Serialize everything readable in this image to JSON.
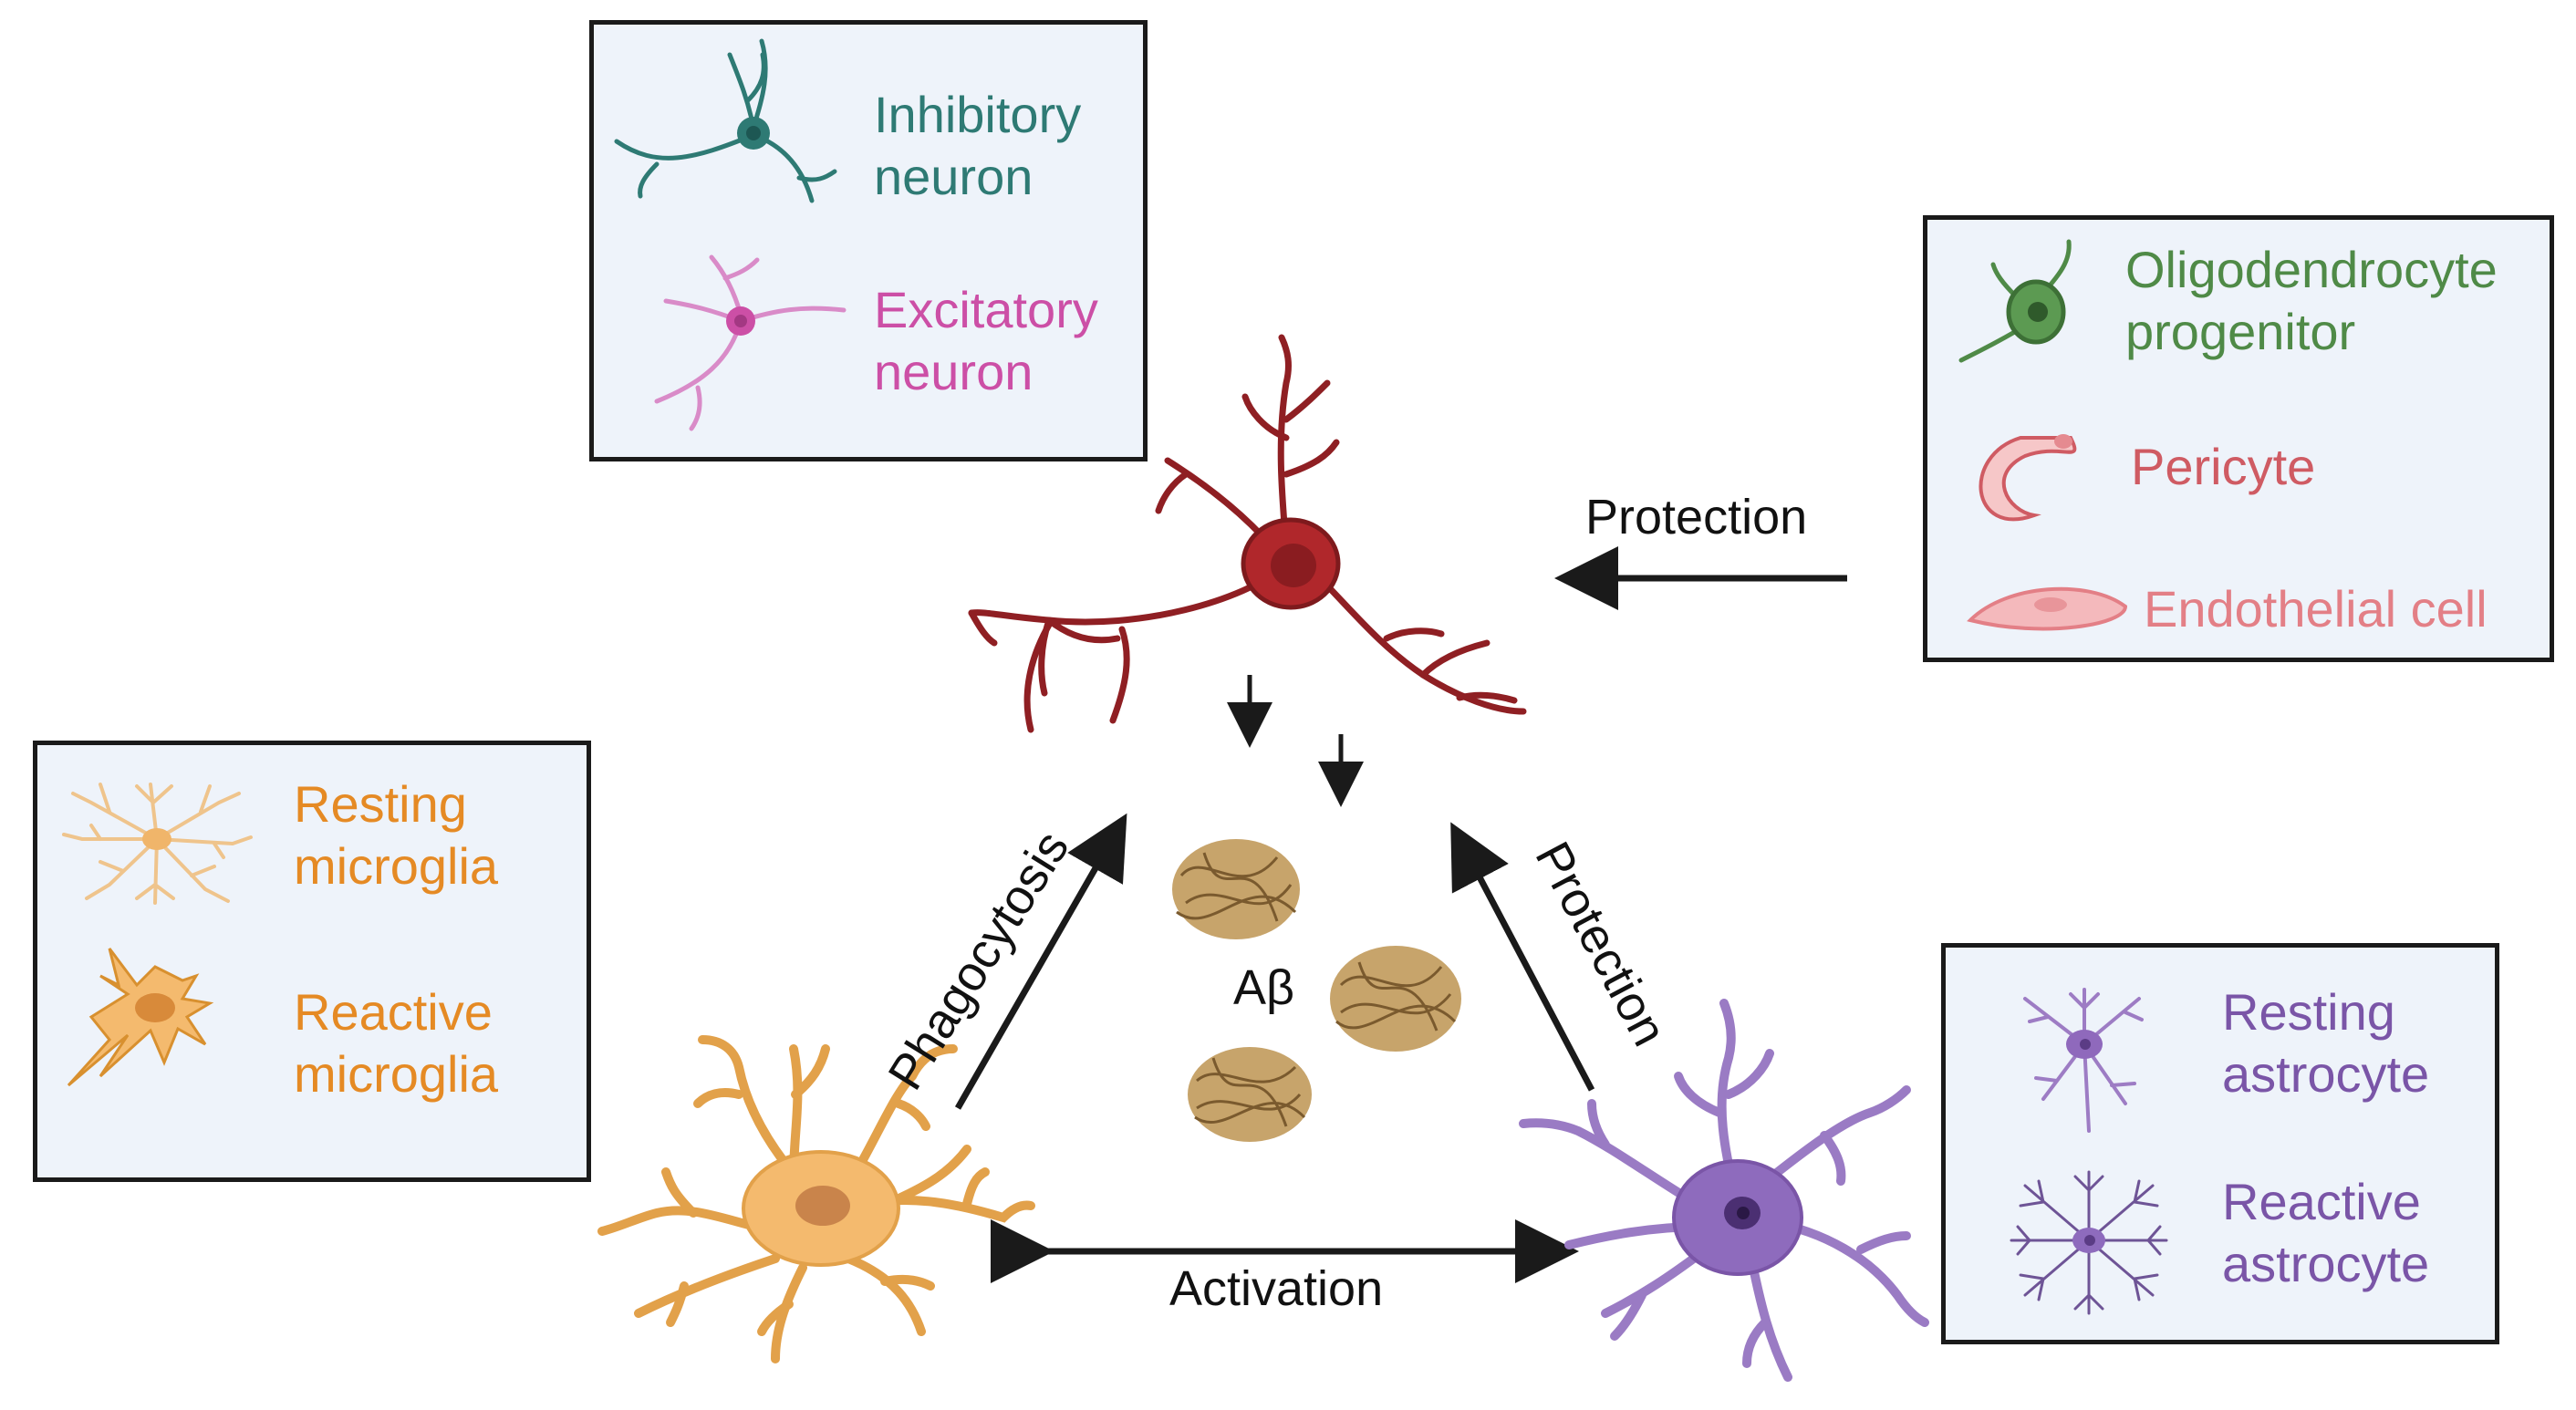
{
  "colors": {
    "inhibitory": "#2e7a74",
    "excitatory": "#cc4fa6",
    "opc": "#4f8a47",
    "pericyte": "#cf5b63",
    "endothelial": "#e37f86",
    "microglia": "#e58a24",
    "astrocyte": "#7a55a7",
    "neuron_main": "#b0272b",
    "arrow": "#1a1a1a"
  },
  "legends": {
    "neuron": {
      "inhibitory_label": "Inhibitory\nneuron",
      "excitatory_label": "Excitatory\nneuron"
    },
    "vascular": {
      "opc_label": "Oligodendrocyte\nprogenitor",
      "pericyte_label": "Pericyte",
      "endothelial_label": "Endothelial cell"
    },
    "microglia": {
      "resting_label": "Resting\nmicroglia",
      "reactive_label": "Reactive\nmicroglia"
    },
    "astrocyte": {
      "resting_label": "Resting\nastrocyte",
      "reactive_label": "Reactive\nastrocyte"
    }
  },
  "diagram": {
    "center_label": "Aβ",
    "arrows": {
      "vascular_to_neuron": "Protection",
      "microglia_to_center": "Phagocytosis",
      "astrocyte_to_center": "Protection",
      "microglia_astrocyte": "Activation"
    }
  }
}
